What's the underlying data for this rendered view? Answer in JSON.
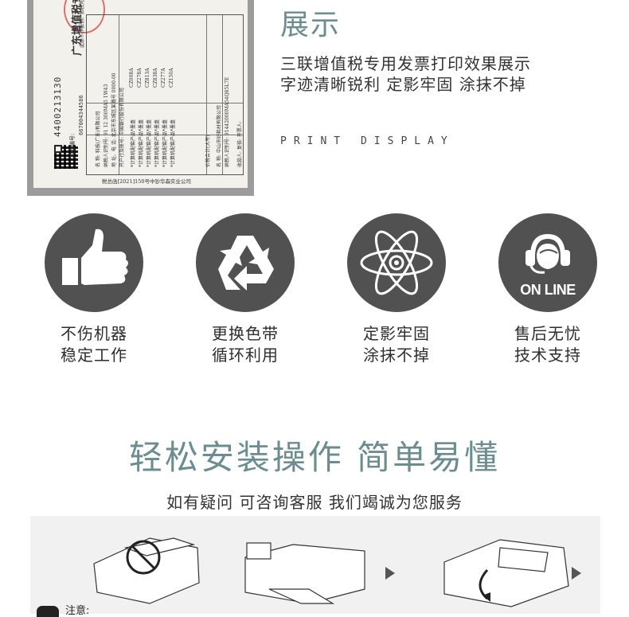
{
  "invoice": {
    "code": "4400213130",
    "number_label": "机器编号:",
    "number": "667004344586",
    "title": "广东增值税专用发票",
    "subtitle": "此联不作报销、扣税凭证使用",
    "buyer_name": "名      称: 科技(广东)有限公司",
    "buyer_tax_id": "纳税人识别号: 91 12 300MA5 1W43",
    "buyer_address": "地 址、电 话: 北京市东城区某路号 0000-00",
    "buyer_bank": "开户行及账号: 中国银行股份有限公司",
    "items": [
      "*计算机配套产品*墨盒",
      "*计算机配套产品*墨盒",
      "*计算机配套产品*墨盒",
      "*计算机配套产品*墨盒",
      "*计算机配套产品*墨盒",
      "*计算机配套产品*墨盒"
    ],
    "models": [
      "CZ008A",
      "CZ278A",
      "CZ813A",
      "CZ838A",
      "CZ277A",
      "CZ150A"
    ],
    "total_label": "价税合计(大写)",
    "seller_name": "名      称: 中山市好耗材有限公司",
    "seller_tax_id": "纳税人识别号: 91442000MA54Q85L7E",
    "payee": "收款人:   复核:   开票人:",
    "footer": "税总函[2021]150号中钞华森实业公司"
  },
  "showcase": {
    "title": "展示",
    "line1": "三联增值税专用发票打印效果展示",
    "line2": "字迹清晰锐利 定影牢固 涂抹不掉",
    "print_display": "PRINT DISPLAY"
  },
  "features": [
    {
      "icon": "thumbs-up-icon",
      "line1": "不伤机器",
      "line2": "稳定工作"
    },
    {
      "icon": "recycle-icon",
      "line1": "更换色带",
      "line2": "循环利用"
    },
    {
      "icon": "atom-icon",
      "line1": "定影牢固",
      "line2": "涂抹不掉"
    },
    {
      "icon": "headset-support-icon",
      "badge": "ON LINE",
      "line1": "售后无忧",
      "line2": "技术支持"
    }
  ],
  "install": {
    "title": "轻松安装操作 简单易懂",
    "subtitle": "如有疑问 可咨询客服 我们竭诚为您服务",
    "note": "注意:"
  },
  "colors": {
    "accent": "#6c8d8f",
    "icon_bg": "#515151",
    "seal": "#d25a55"
  }
}
